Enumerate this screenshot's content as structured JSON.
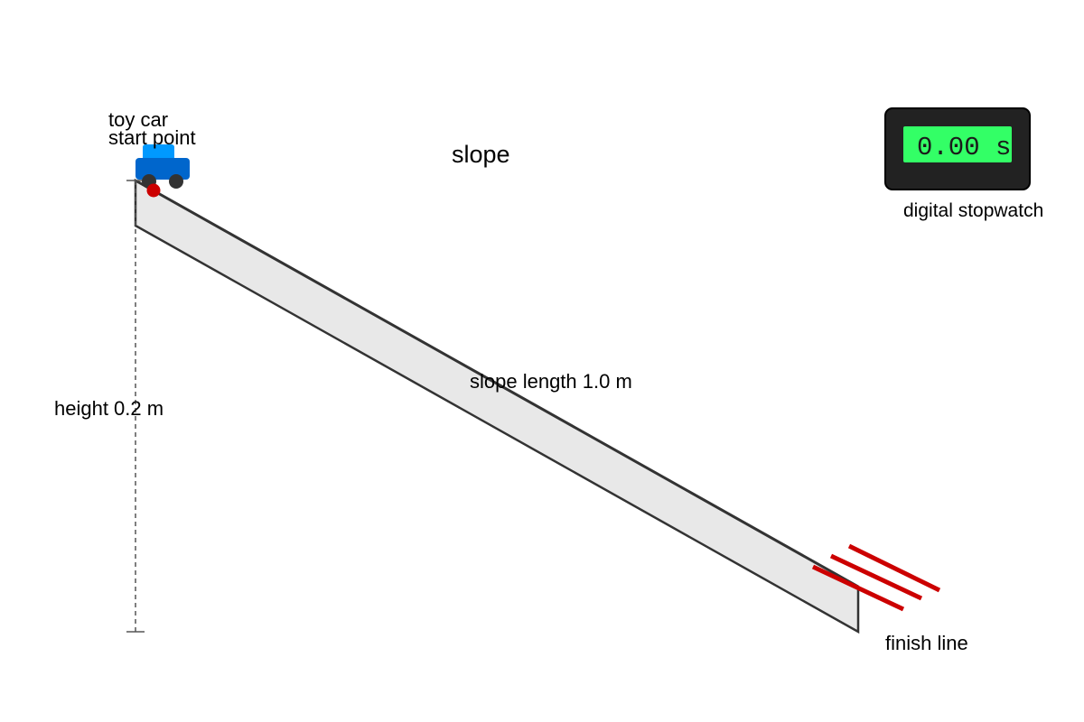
{
  "labels": {
    "toy_car": "toy car",
    "start_point": "start point",
    "slope": "slope",
    "slope_length": "slope length 1.0 m",
    "height": "height 0.2 m",
    "finish_line": "finish line",
    "stopwatch": "digital stopwatch"
  },
  "stopwatch": {
    "reading": "0.00 s"
  },
  "colors": {
    "car_body": "#0066cc",
    "car_cabin": "#0099ff",
    "wheels": "#333333",
    "start_marker": "#cc0000",
    "finish_line": "#cc0000",
    "ramp_fill": "#e8e8e8",
    "ramp_stroke": "#333333",
    "stopwatch_case": "#222222",
    "stopwatch_display": "#33ff66"
  }
}
